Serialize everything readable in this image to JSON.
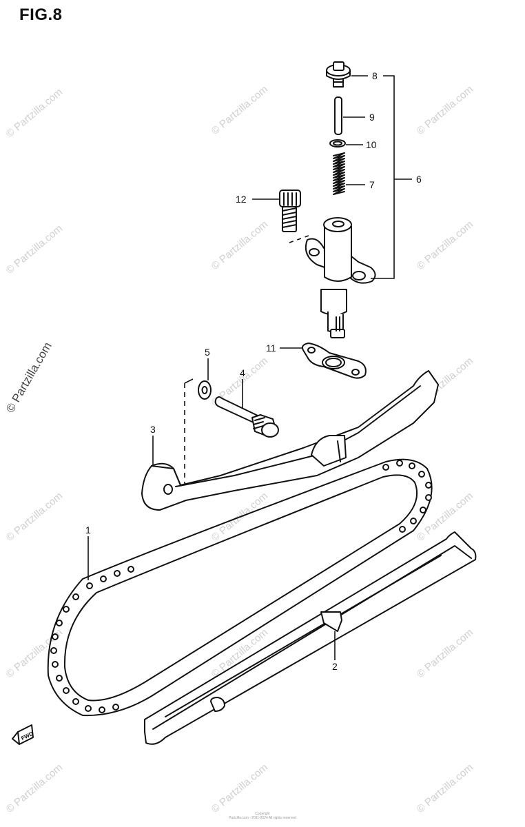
{
  "title": "FIG.8",
  "parts": [
    {
      "number": "1"
    },
    {
      "number": "2"
    },
    {
      "number": "3"
    },
    {
      "number": "4"
    },
    {
      "number": "5"
    },
    {
      "number": "6"
    },
    {
      "number": "7"
    },
    {
      "number": "8"
    },
    {
      "number": "9"
    },
    {
      "number": "10"
    },
    {
      "number": "11"
    },
    {
      "number": "12"
    }
  ],
  "watermark": "© Partzilla.com",
  "front_marker": "FWD",
  "footer": {
    "line1": "Copyright",
    "line2": "Partzilla.com - 2011-2024 All rights reserved"
  }
}
